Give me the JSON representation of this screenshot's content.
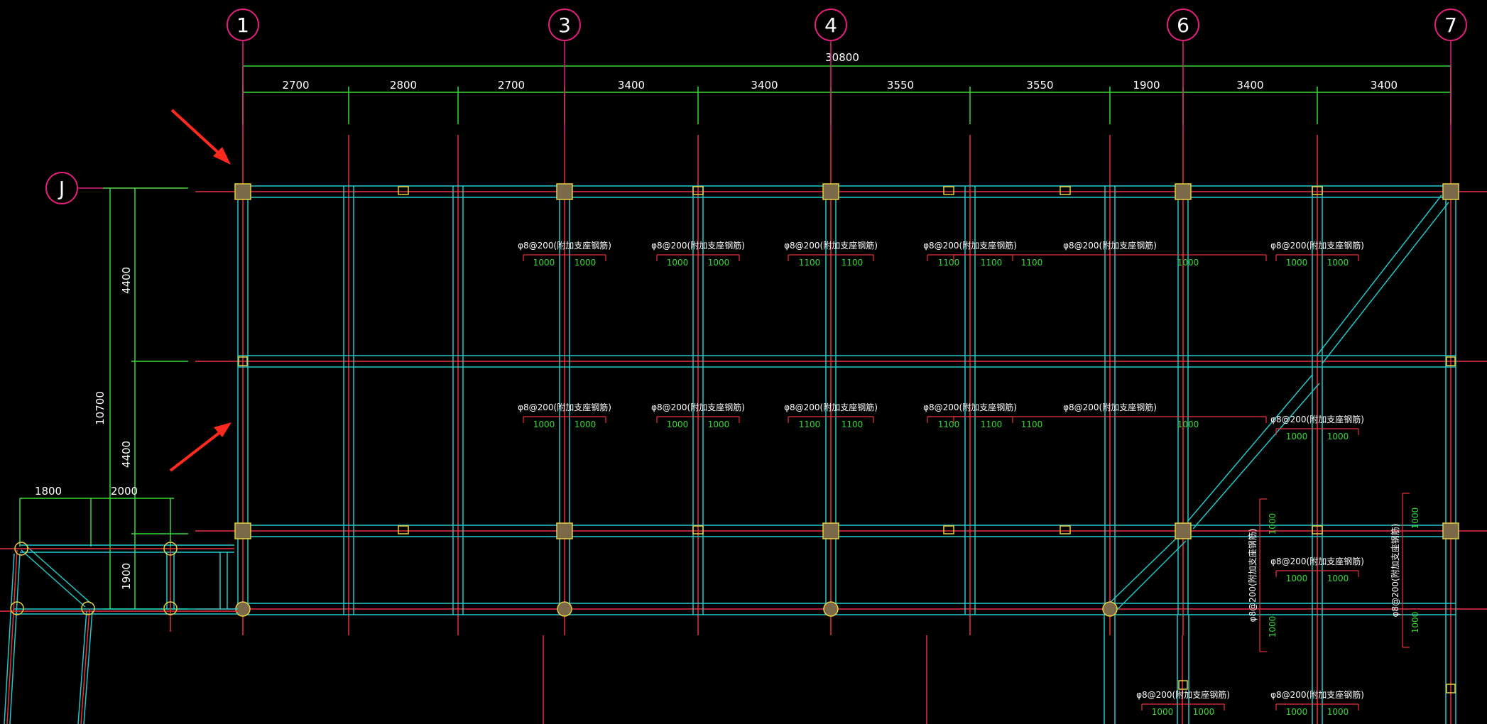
{
  "axes_top": [
    "1",
    "3",
    "4",
    "6",
    "7"
  ],
  "axis_left": "J",
  "overall_top": "30800",
  "segments_top": [
    "2700",
    "2800",
    "2700",
    "3400",
    "3400",
    "3550",
    "3550",
    "1900",
    "3400",
    "3400"
  ],
  "left_dims": {
    "total": "10700",
    "upper": "4400",
    "lower": "4400",
    "bottom": "1900"
  },
  "bottom_left_dims": [
    "1800",
    "2000"
  ],
  "rebar_note": "φ8@200(附加支座钢筋)",
  "rebar_groups_row1": [
    [
      "1000",
      "1000"
    ],
    [
      "1000",
      "1000"
    ],
    [
      "1100",
      "1100"
    ],
    [
      "1100",
      "1100"
    ],
    [
      "1100",
      "1000"
    ],
    [
      "1000",
      "1000"
    ]
  ],
  "rebar_groups_row2": [
    [
      "1000",
      "1000"
    ],
    [
      "1000",
      "1000"
    ],
    [
      "1100",
      "1100"
    ],
    [
      "1100",
      "1100"
    ],
    [
      "1100",
      "1000"
    ],
    [
      "1000",
      "1000"
    ]
  ],
  "rebar_groups_lower": [
    [
      "1000",
      "1000"
    ],
    [
      "1000",
      "1000"
    ],
    [
      "1000",
      "1000"
    ]
  ],
  "rebar_vertical": [
    [
      "1000",
      "1000"
    ],
    [
      "1000",
      "1000"
    ]
  ],
  "colors": {
    "background": "#000000",
    "axis_red": "#e8323c",
    "beam_cyan": "#22c8c8",
    "dimension_green": "#35d835",
    "column_fill": "#7a6a4a",
    "column_edge": "#e8d040",
    "bubble_magenta": "#e0207a",
    "arrow_red": "#ff2a1e"
  }
}
